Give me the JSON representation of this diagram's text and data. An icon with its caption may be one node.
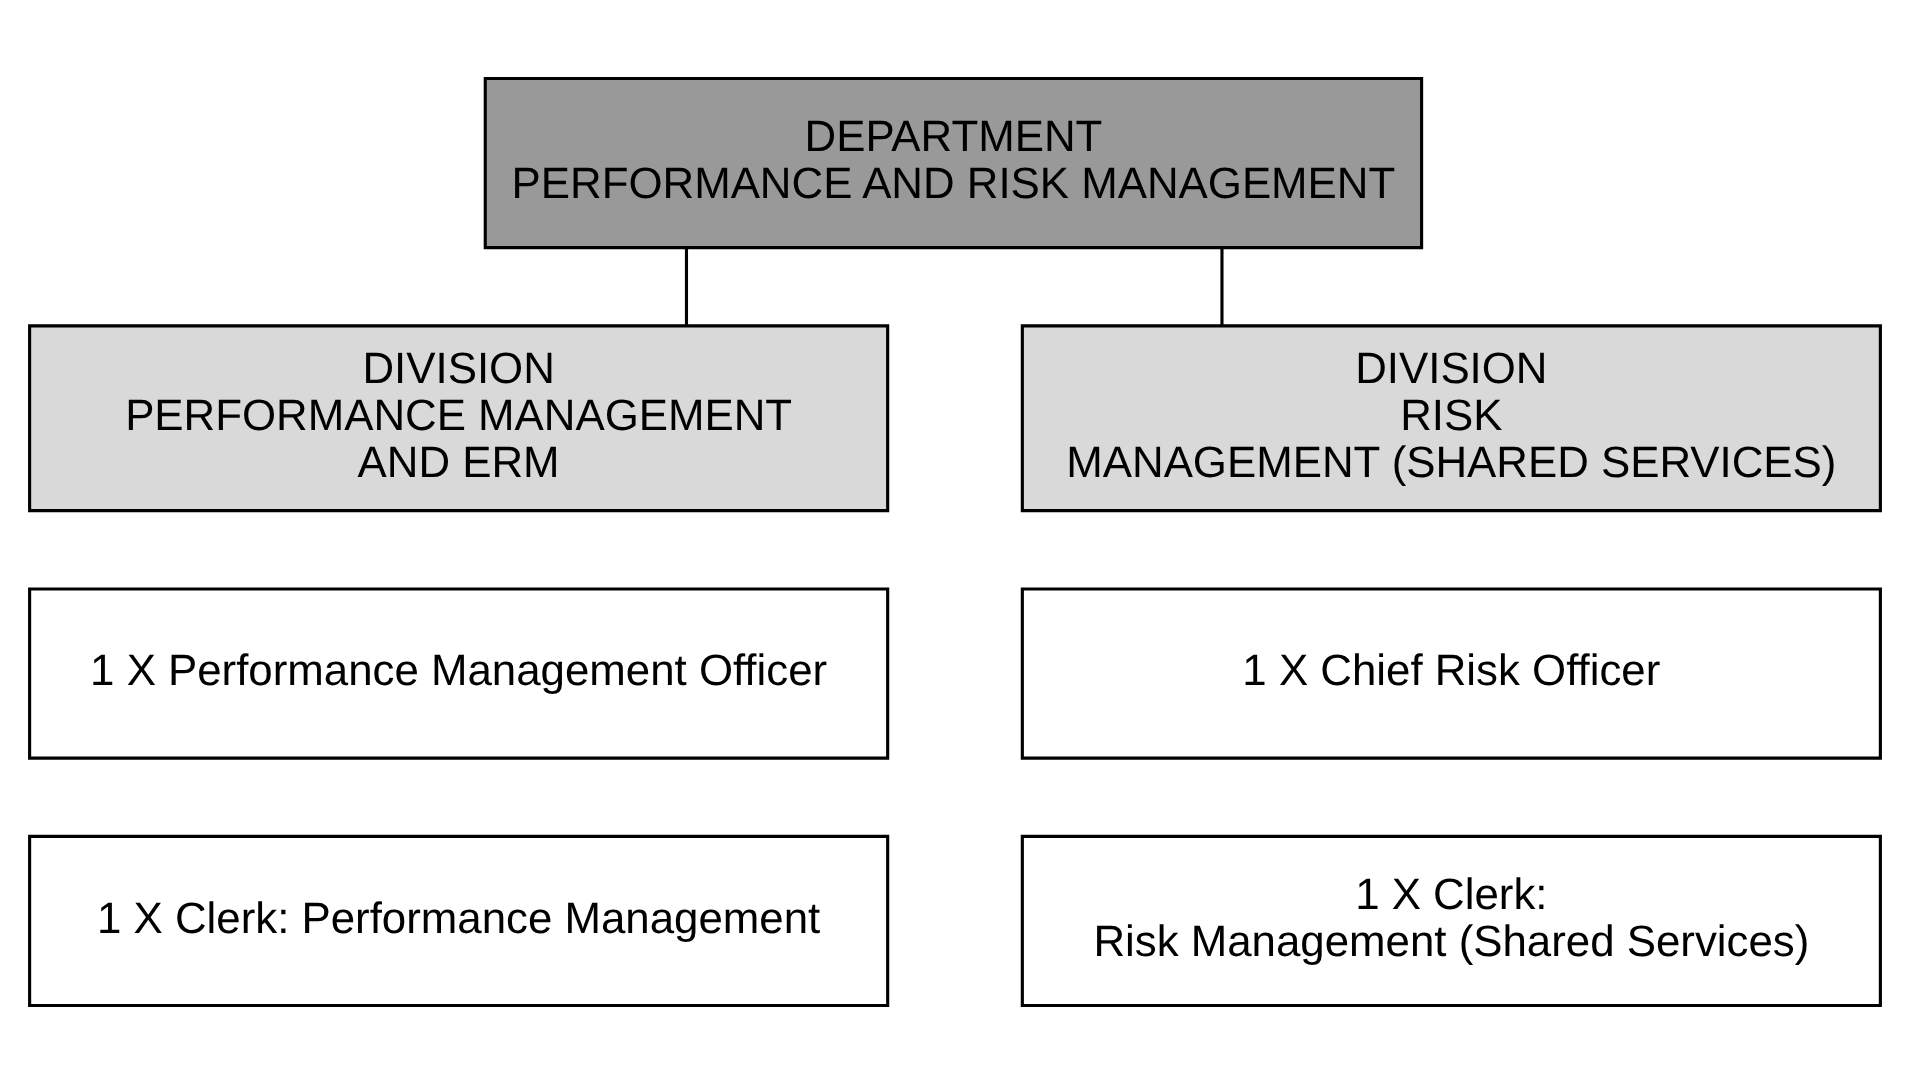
{
  "diagram": {
    "nodes": [
      {
        "text": [
          "DEPARTMENT PERFORMANCE AND RISK MANAGEMENT"
        ]
      },
      {
        "text": [
          "DIVISION PERFORMANCE MANAGEMENT AND ERM"
        ]
      },
      {
        "text": [
          "1 X Performance Management Officer"
        ]
      },
      {
        "text": [
          "DIVISION RISK MANAGEMENT (SHARED SERVICES)"
        ]
      },
      {
        "text": [
          "1 X Chief Risk Officer"
        ]
      },
      {
        "text": [
          "1 X Clerk: Performance Management"
        ]
      },
      {
        "text": [
          "1 X Clerk: Risk Management (Shared Services)"
        ]
      }
    ],
    "edges": [
      {
        "from": 0,
        "to": 1,
        "arrow": "none"
      },
      {
        "from": 0,
        "to": 3,
        "arrow": "none"
      }
    ]
  }
}
